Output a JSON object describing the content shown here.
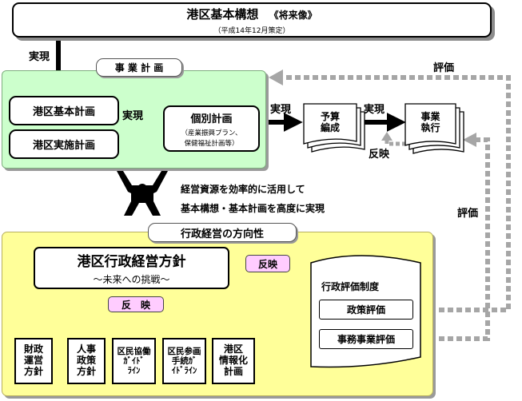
{
  "top": {
    "title": "港区基本構想",
    "title_sub": "《将来像》",
    "subtitle": "（平成14年12月策定）"
  },
  "labels": {
    "jitsugen_1": "実現",
    "jitsugen_2": "実現",
    "jitsugen_3": "実現",
    "jitsugen_4": "実現",
    "hyoka_1": "評価",
    "hyoka_2": "評価",
    "hanei_1": "反映",
    "note_line1": "経営資源を効率的に活用して",
    "note_line2": "基本構想・基本計画を高度に実現"
  },
  "jigyo": {
    "tab": "事 業 計 画",
    "basic_plan": "港区基本計画",
    "implementation_plan": "港区実施計画",
    "individual_plan": "個別計画",
    "individual_plan_sub1": "（産業振興プラン、",
    "individual_plan_sub2": "保健福祉計画等）"
  },
  "docs": {
    "budget_line1": "予算",
    "budget_line2": "編成",
    "exec_line1": "事業",
    "exec_line2": "執行"
  },
  "gyosei": {
    "tab": "行政経営の方向性",
    "policy_title": "港区行政経営方針",
    "policy_sub": "～未来への挑戦～",
    "hanei_badge": "反映",
    "hanei_badge_lower": "反　映",
    "children": [
      {
        "line1": "財政",
        "line2": "運営",
        "line3": "方針"
      },
      {
        "line1": "人事",
        "line2": "政策",
        "line3": "方針"
      },
      {
        "line1": "区民協働",
        "line2": "ｶﾞｲﾄﾞ",
        "line3": "ﾗｲﾝ"
      },
      {
        "line1": "区民参画",
        "line2": "手続ｶﾞ",
        "line3": "ｲﾄﾞﾗｲﾝ"
      },
      {
        "line1": "港区",
        "line2": "情報化",
        "line3": "計画"
      }
    ],
    "eval_system": "行政評価制度",
    "policy_eval": "政策評価",
    "program_eval": "事務事業評価"
  },
  "colors": {
    "green_panel": "#ccffcc",
    "yellow_panel": "#ffff99",
    "pink_badge": "#ffccff",
    "dotted_arrow": "#a6a6a6"
  }
}
